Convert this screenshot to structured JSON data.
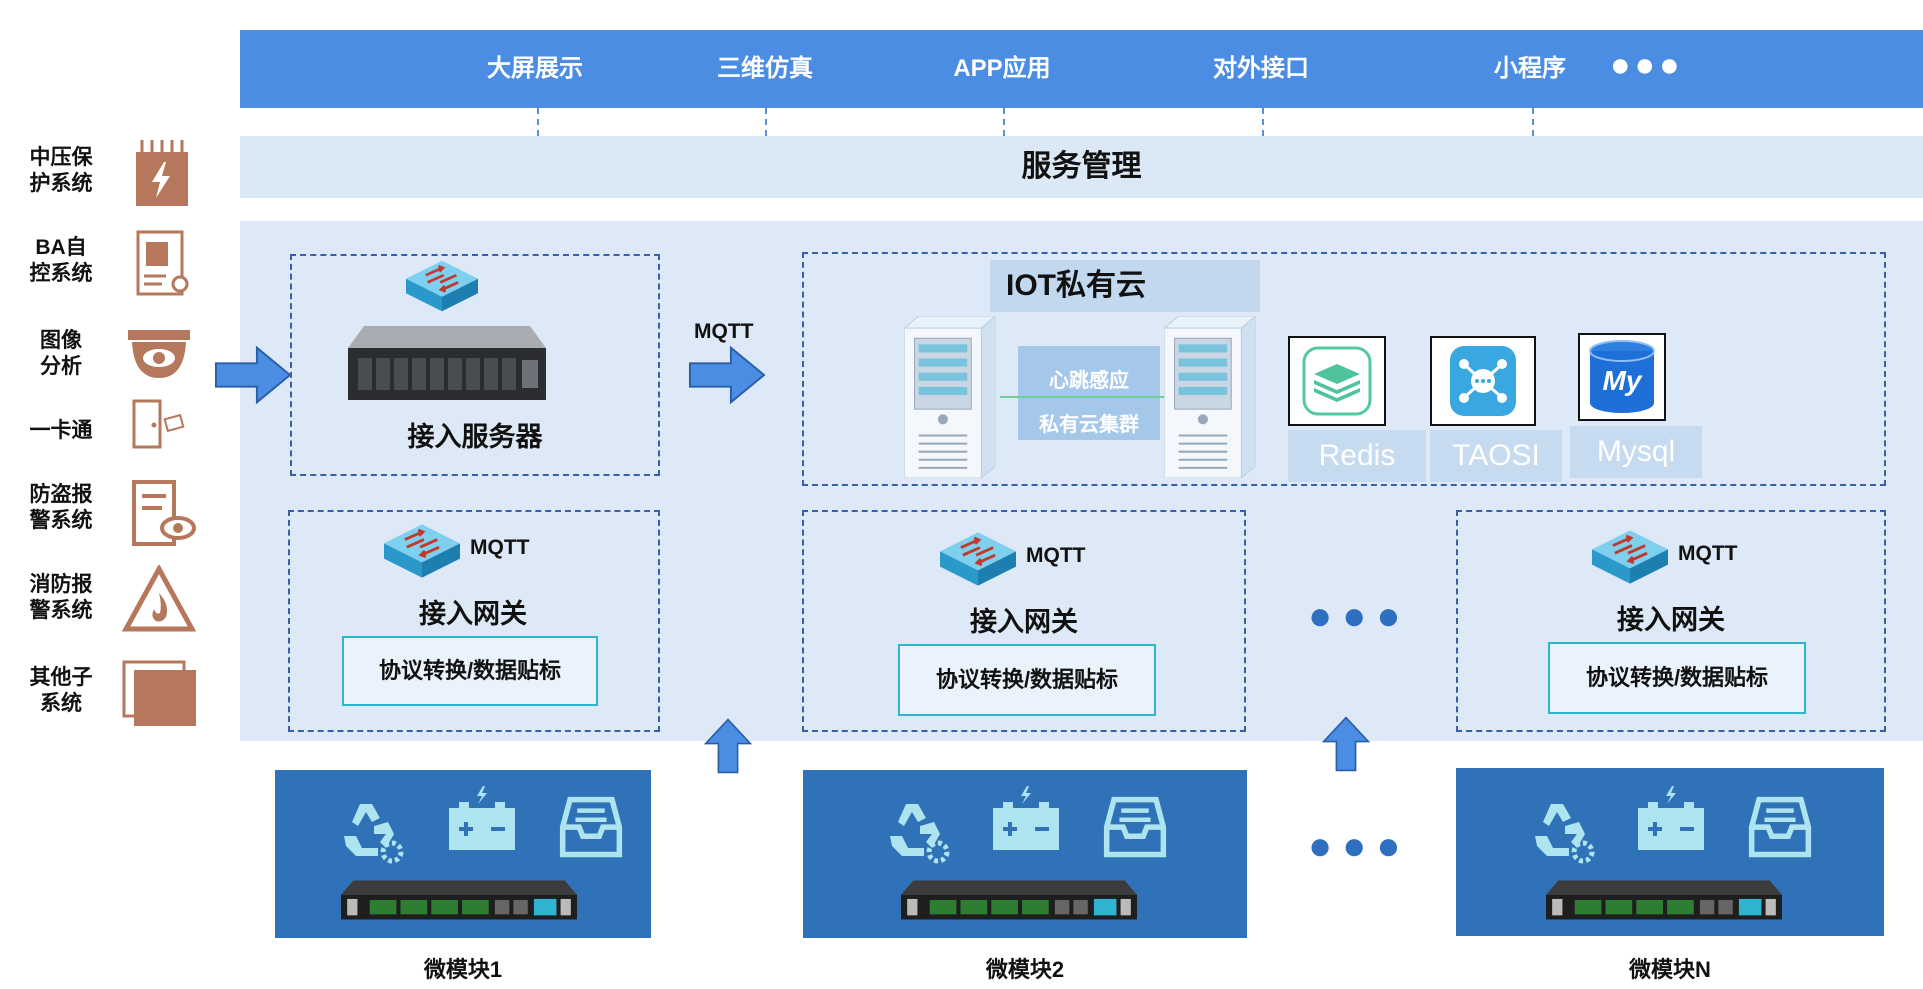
{
  "apps": {
    "items": [
      "大屏展示",
      "三维仿真",
      "APP应用",
      "对外接口",
      "小程序"
    ],
    "more": "●●●"
  },
  "service_management": "服务管理",
  "subsystems": [
    {
      "label": "中压保护系统",
      "icon": "transformer-bolt-icon"
    },
    {
      "label": "BA自控系统",
      "icon": "building-gear-icon"
    },
    {
      "label": "图像分析",
      "icon": "dome-camera-icon"
    },
    {
      "label": "一卡通",
      "icon": "door-card-icon"
    },
    {
      "label": "防盗报警系统",
      "icon": "document-eye-icon"
    },
    {
      "label": "消防报警系统",
      "icon": "fire-warning-icon"
    },
    {
      "label": "其他子系统",
      "icon": "stacked-pages-icon"
    }
  ],
  "access_server": {
    "label": "接入服务器",
    "icon": "rack-server-icon"
  },
  "mqtt_label": "MQTT",
  "iot_cloud": {
    "title": "IOT私有云",
    "heartbeat": "心跳感应",
    "cluster": "私有云集群",
    "databases": [
      {
        "name": "Redis",
        "icon": "redis-icon"
      },
      {
        "name": "TAOSI",
        "icon": "taos-icon"
      },
      {
        "name": "Mysql",
        "icon": "mysql-icon"
      }
    ],
    "mysql_icon_text": "My"
  },
  "gateways": [
    {
      "mqtt": "MQTT",
      "title": "接入网关",
      "protocol": "协议转换/数据贴标"
    },
    {
      "mqtt": "MQTT",
      "title": "接入网关",
      "protocol": "协议转换/数据贴标"
    },
    {
      "mqtt": "MQTT",
      "title": "接入网关",
      "protocol": "协议转换/数据贴标"
    }
  ],
  "ellipsis": "●●●",
  "modules": [
    {
      "label": "微模块1"
    },
    {
      "label": "微模块2"
    },
    {
      "label": "微模块N"
    }
  ],
  "colors": {
    "app_bar": "#4a8de2",
    "service_bar": "#dbe8f6",
    "main_panel": "#dde9f6",
    "module_panel": "#2f72b8",
    "icon_brown": "#b5785c",
    "accent_cyan": "#2fb4cf"
  }
}
